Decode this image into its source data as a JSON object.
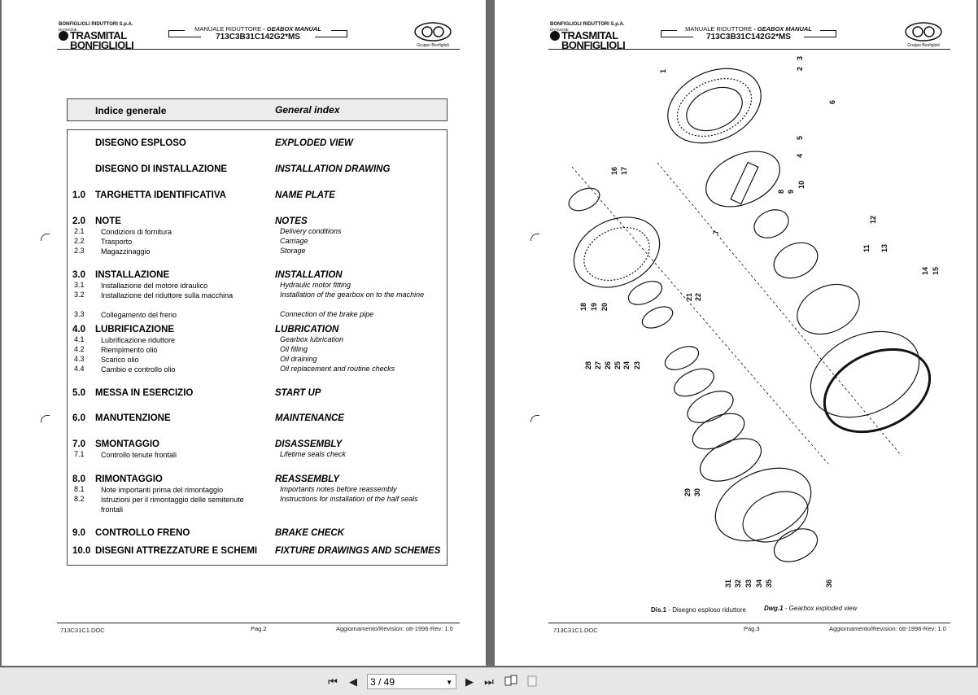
{
  "header": {
    "company": "BONFIGLIOLI RIDUTTORI S.p.A.",
    "division": "DIVISIONE",
    "logo_line1": "TRASMITAL",
    "logo_line2": "BONFIGLIOLI",
    "manual_label_it": "MANUALE RIDUTTORE",
    "manual_label_en": "- GEABOX MANUAL",
    "model": "713C3B31C142G2*MS",
    "group": "Gruppo Bonfiglioli"
  },
  "left_page": {
    "index_head_it": "Indice generale",
    "index_head_en": "General index",
    "entries": [
      {
        "num": "",
        "it": "DISEGNO ESPLOSO",
        "en": "EXPLODED VIEW",
        "subs": []
      },
      {
        "num": "",
        "it": "DISEGNO DI INSTALLAZIONE",
        "en": "INSTALLATION DRAWING",
        "subs": []
      },
      {
        "num": "1.0",
        "it": "TARGHETTA IDENTIFICATIVA",
        "en": "NAME PLATE",
        "subs": []
      },
      {
        "num": "2.0",
        "it": "NOTE",
        "en": "NOTES",
        "subs": [
          {
            "num": "2.1",
            "it": "Condizioni di fornitura",
            "en": "Delivery conditions"
          },
          {
            "num": "2.2",
            "it": "Trasporto",
            "en": "Carriage"
          },
          {
            "num": "2.3",
            "it": "Magazzinaggio",
            "en": "Storage"
          }
        ]
      },
      {
        "num": "3.0",
        "it": "INSTALLAZIONE",
        "en": "INSTALLATION",
        "subs": [
          {
            "num": "3.1",
            "it": "Installazione del motore idraulico",
            "en": "Hydraulic motor fitting"
          },
          {
            "num": "3.2",
            "it": "Installazione del riduttore sulla macchina",
            "en": "Installation of the gearbox on to the machine"
          },
          {
            "num": "3.3",
            "it": "Collegamento del freno",
            "en": "Connection of the brake pipe"
          }
        ]
      },
      {
        "num": "4.0",
        "it": "LUBRIFICAZIONE",
        "en": "LUBRICATION",
        "subs": [
          {
            "num": "4.1",
            "it": "Lubrificazione riduttore",
            "en": "Gearbox lubrication"
          },
          {
            "num": "4.2",
            "it": "Riempimento olio",
            "en": "Oil filling"
          },
          {
            "num": "4.3",
            "it": "Scarico olio",
            "en": "Oil draining"
          },
          {
            "num": "4.4",
            "it": "Cambio e controllo olio",
            "en": "Oil replacement and routine checks"
          }
        ]
      },
      {
        "num": "5.0",
        "it": "MESSA IN ESERCIZIO",
        "en": "START UP",
        "subs": []
      },
      {
        "num": "6.0",
        "it": "MANUTENZIONE",
        "en": "MAINTENANCE",
        "subs": []
      },
      {
        "num": "7.0",
        "it": "SMONTAGGIO",
        "en": "DISASSEMBLY",
        "subs": [
          {
            "num": "7.1",
            "it": "Controllo tenute frontali",
            "en": "Lifetime seals check"
          }
        ]
      },
      {
        "num": "8.0",
        "it": "RIMONTAGGIO",
        "en": "REASSEMBLY",
        "subs": [
          {
            "num": "8.1",
            "it": "Note importanti prima del rimontaggio",
            "en": "Importants notes before reassembly"
          },
          {
            "num": "8.2",
            "it": "Istruzioni per il rimontaggio delle semitenute frontali",
            "en": "Instructions for installation of the half seals"
          }
        ]
      },
      {
        "num": "9.0",
        "it": "CONTROLLO FRENO",
        "en": "BRAKE CHECK",
        "subs": []
      },
      {
        "num": "10.0",
        "it": "DISEGNI ATTREZZATURE E SCHEMI",
        "en": "FIXTURE DRAWINGS AND SCHEMES",
        "subs": []
      }
    ],
    "footer": {
      "doc": "713C31C1.DOC",
      "page": "Pag.2",
      "revision": "Aggiornamento/Revision: ott-1996-Rev: 1.0"
    }
  },
  "right_page": {
    "caption_it_label": "Dis.1",
    "caption_it": " - Disegno esploso riduttore",
    "caption_en_label": "Dwg.1",
    "caption_en": " - Gearbox exploded view",
    "callouts": [
      "1",
      "2",
      "3",
      "4",
      "5",
      "6",
      "7",
      "8",
      "9",
      "10",
      "11",
      "12",
      "13",
      "14",
      "15",
      "16",
      "17",
      "18",
      "19",
      "20",
      "21",
      "22",
      "23",
      "24",
      "25",
      "26",
      "27",
      "28",
      "29",
      "30",
      "31",
      "32",
      "33",
      "34",
      "35",
      "36"
    ],
    "footer": {
      "doc": "713C31C1.DOC",
      "page": "Pag.3",
      "revision": "Aggiornamento/Revision: ott-1996-Rev: 1.0"
    }
  },
  "toolbar": {
    "page_indicator": "3 / 49"
  }
}
